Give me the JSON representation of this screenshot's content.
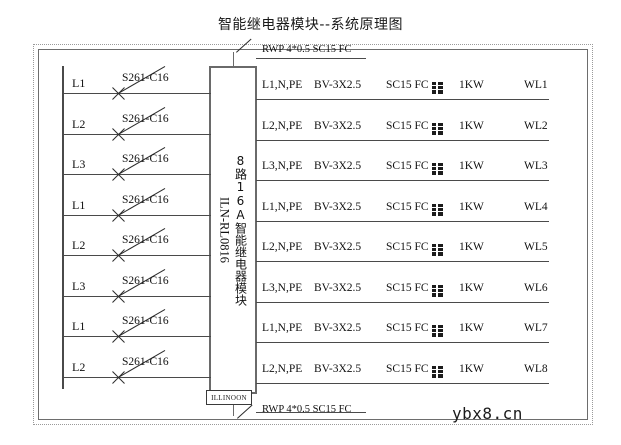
{
  "title": "智能继电器模块--系统原理图",
  "module": {
    "name": "8路16A智能继电器模块",
    "model": "ILN-RL0816"
  },
  "feed": {
    "top_annotation": "RWP 4*0.5  SC15 FC",
    "bottom_annotation": "RWP 4*0.5  SC15 FC"
  },
  "brand": "ILLINOON",
  "watermark": "ybx8.cn",
  "columns": {
    "phase": "L1",
    "breaker": "S261-C16",
    "wiring": "L1,N,PE",
    "cable": "BV-3X2.5",
    "conduit": "SC15 FC",
    "load_icon": "lamp-icon",
    "power": "1KW",
    "circuit": "WL1"
  },
  "rows": [
    {
      "phase": "L1",
      "breaker": "S261-C16",
      "wiring": "L1,N,PE",
      "cable": "BV-3X2.5",
      "conduit": "SC15 FC",
      "power": "1KW",
      "circuit": "WL1"
    },
    {
      "phase": "L2",
      "breaker": "S261-C16",
      "wiring": "L2,N,PE",
      "cable": "BV-3X2.5",
      "conduit": "SC15 FC",
      "power": "1KW",
      "circuit": "WL2"
    },
    {
      "phase": "L3",
      "breaker": "S261-C16",
      "wiring": "L3,N,PE",
      "cable": "BV-3X2.5",
      "conduit": "SC15 FC",
      "power": "1KW",
      "circuit": "WL3"
    },
    {
      "phase": "L1",
      "breaker": "S261-C16",
      "wiring": "L1,N,PE",
      "cable": "BV-3X2.5",
      "conduit": "SC15 FC",
      "power": "1KW",
      "circuit": "WL4"
    },
    {
      "phase": "L2",
      "breaker": "S261-C16",
      "wiring": "L2,N,PE",
      "cable": "BV-3X2.5",
      "conduit": "SC15 FC",
      "power": "1KW",
      "circuit": "WL5"
    },
    {
      "phase": "L3",
      "breaker": "S261-C16",
      "wiring": "L3,N,PE",
      "cable": "BV-3X2.5",
      "conduit": "SC15 FC",
      "power": "1KW",
      "circuit": "WL6"
    },
    {
      "phase": "L1",
      "breaker": "S261-C16",
      "wiring": "L1,N,PE",
      "cable": "BV-3X2.5",
      "conduit": "SC15 FC",
      "power": "1KW",
      "circuit": "WL7"
    },
    {
      "phase": "L2",
      "breaker": "S261-C16",
      "wiring": "L2,N,PE",
      "cable": "BV-3X2.5",
      "conduit": "SC15 FC",
      "power": "1KW",
      "circuit": "WL8"
    }
  ]
}
